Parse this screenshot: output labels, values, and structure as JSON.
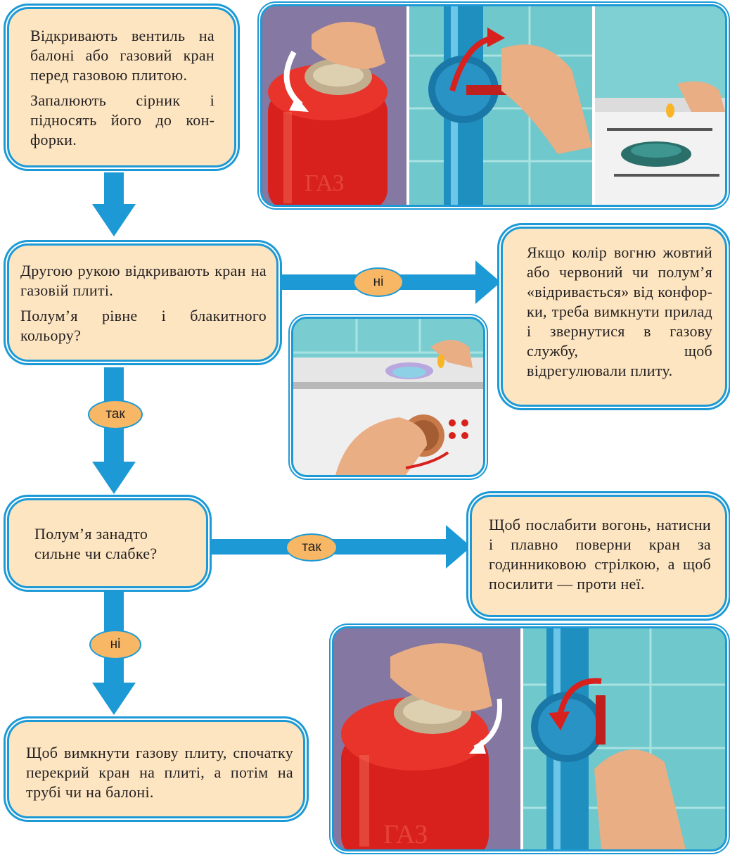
{
  "steps": {
    "open_valve": [
      "Відкривають вентиль на балоні або газовий кран перед газовою плитою.",
      "Запалюють сірник і підносять його до кон­форки."
    ],
    "open_stove": [
      "Другою рукою відкривають кран на газовій плиті.",
      "Полум’я рівне і блакитного кольору?"
    ],
    "bad_flame": "Якщо колір вогню жовтий або червоний чи полум’я «відри­вається» від конфор­ки, треба вимкнути прилад і звернутися в газову службу, щоб відрегулювали плиту.",
    "strength_question": "Полум’я занадто сильне чи слабке?",
    "adjust": "Щоб послабити вогонь, натисни і плавно повер­ни кран за годинниковою стрілкою, а щоб посилити — проти неї.",
    "turn_off": "Щоб вимкнути газову плиту, спо­чатку перекрий кран на плиті, а потім на трубі чи на балоні."
  },
  "labels": {
    "no_1": "ні",
    "yes_1": "так",
    "yes_2": "так",
    "no_2": "ні"
  },
  "illustrations": {
    "cylinder_text": "ГАЗ",
    "cylinder_text_2": "ГАЗ"
  },
  "colors": {
    "box_fill": "#fde5c1",
    "accent_blue": "#1d9ad6",
    "oval_fill": "#f7b765",
    "cylinder_red": "#d8201d",
    "tile_teal": "#7dcfd0"
  }
}
